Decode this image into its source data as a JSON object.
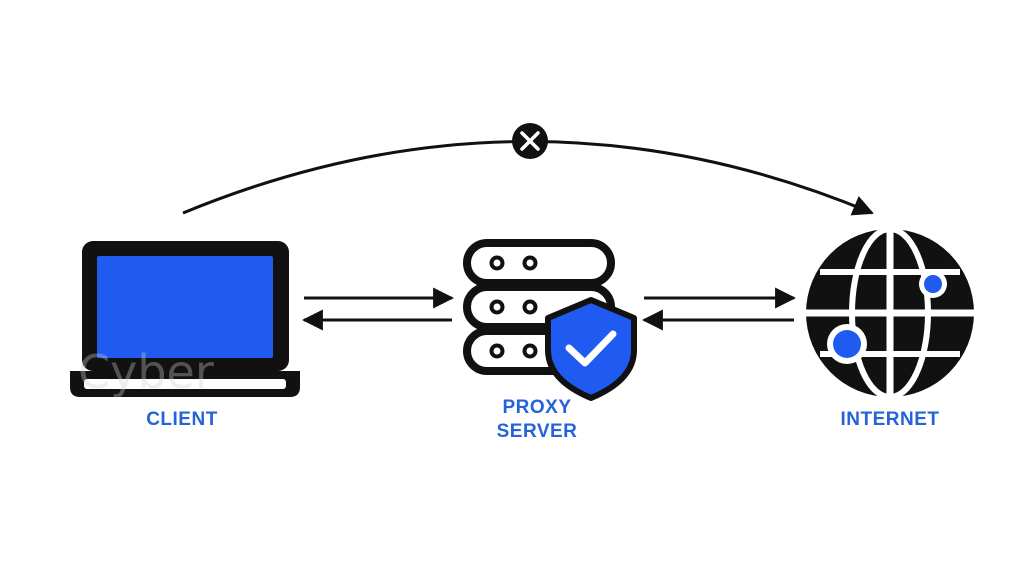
{
  "nodes": {
    "client": {
      "label": "CLIENT"
    },
    "proxy": {
      "label_line1": "PROXY",
      "label_line2": "SERVER"
    },
    "internet": {
      "label": "INTERNET"
    }
  },
  "connections": [
    {
      "from": "client",
      "to": "proxy",
      "bidirectional": true
    },
    {
      "from": "proxy",
      "to": "internet",
      "bidirectional": true
    },
    {
      "from": "client",
      "to": "internet",
      "direct": true,
      "blocked": true,
      "blocked_marker": "x-circle-icon"
    }
  ],
  "watermark": "Cyber",
  "colors": {
    "accent": "#2563d9",
    "screen": "#1f5bf0",
    "ink": "#111111",
    "background": "#ffffff"
  },
  "icons": [
    "laptop-icon",
    "server-stack-icon",
    "shield-check-icon",
    "globe-icon",
    "x-circle-icon"
  ]
}
